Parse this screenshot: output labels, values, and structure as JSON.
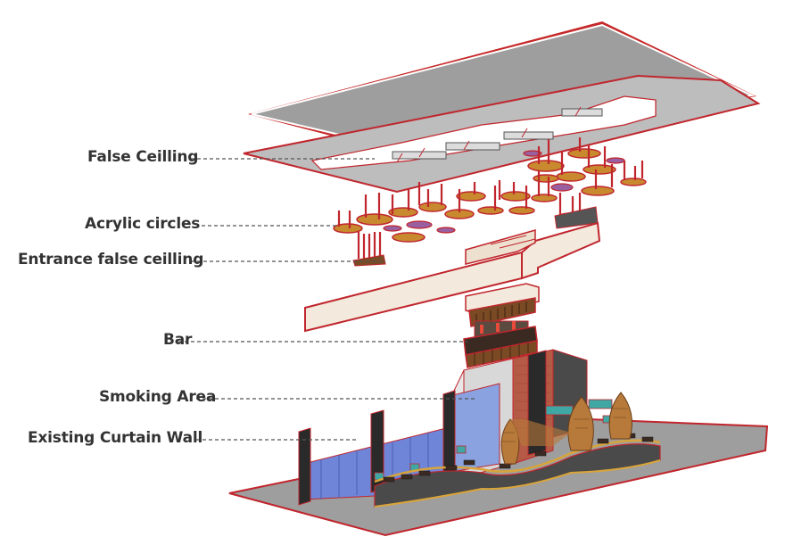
{
  "labels": {
    "false_ceiling": "False Ceilling",
    "acrylic_circles": "Acrylic circles",
    "entrance_false_ceiling": "Entrance false ceilling",
    "bar": "Bar",
    "smoking_area": "Smoking Area",
    "existing_curtain_wall": "Existing Curtain Wall"
  },
  "colors": {
    "outline": "#c0262d",
    "slab_gray": "#9c9c9c",
    "slab_light": "#bdbdbd",
    "acrylic_orange": "#c9892f",
    "acrylic_purple": "#9a5fa0",
    "entrance_cream": "#f3e9dc",
    "wood": "#7a4a25",
    "glass_blue": "#6f86d8",
    "dark": "#2a2a2a",
    "teal": "#3fa7a4",
    "text": "#333333"
  }
}
